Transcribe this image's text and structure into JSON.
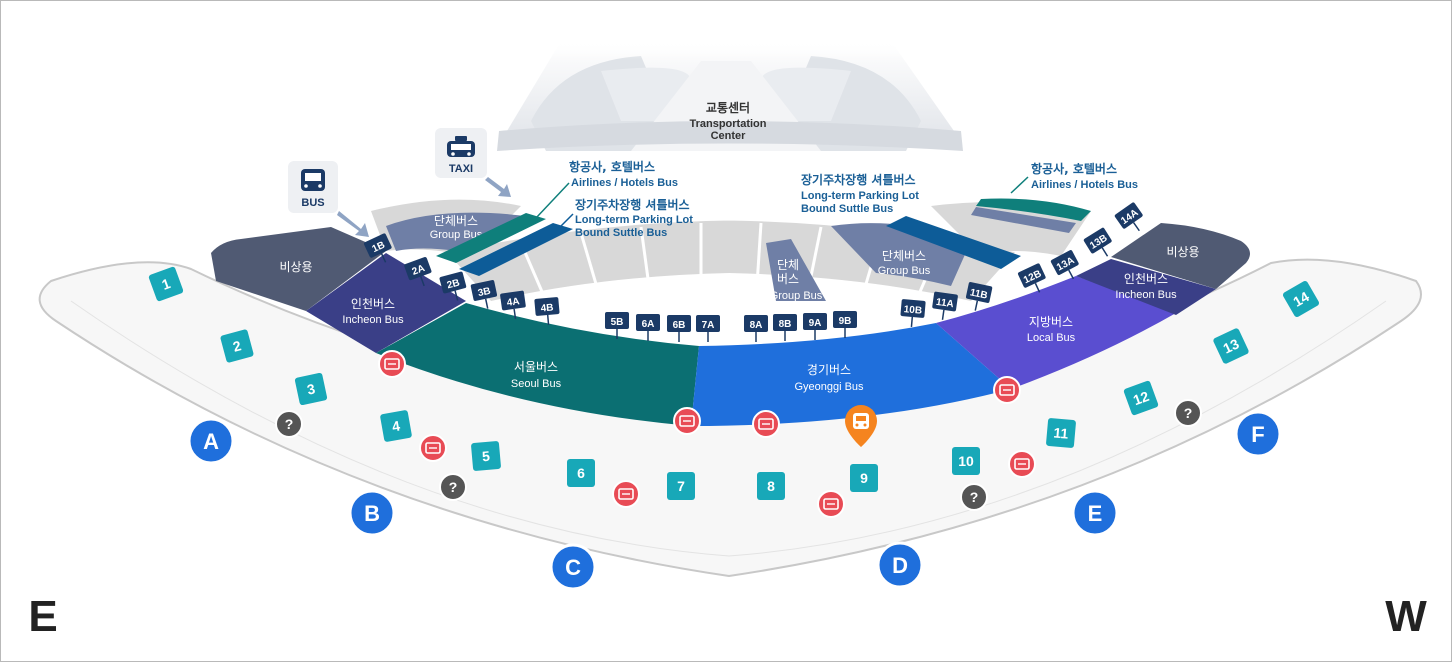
{
  "transport_center": {
    "label_ko": "교통센터",
    "label_en_line1": "Transportation",
    "label_en_line2": "Center"
  },
  "icons": {
    "bus": {
      "label": "BUS"
    },
    "taxi": {
      "label": "TAXI"
    }
  },
  "zones": {
    "emergency_left": "비상용",
    "emergency_right": "비상용",
    "incheon_left": {
      "ko": "인천버스",
      "en": "Incheon Bus"
    },
    "incheon_right": {
      "ko": "인천버스",
      "en": "Incheon Bus"
    },
    "seoul": {
      "ko": "서울버스",
      "en": "Seoul Bus"
    },
    "gyeonggi": {
      "ko": "경기버스",
      "en": "Gyeonggi Bus"
    },
    "local": {
      "ko": "지방버스",
      "en": "Local Bus"
    },
    "group_left": {
      "ko": "단체버스",
      "en": "Group Bus"
    },
    "group_right": {
      "ko": "단체버스",
      "en": "Group Bus"
    },
    "group_mid": {
      "ko1": "단체",
      "ko2": "버스",
      "en": "Group Bus"
    }
  },
  "callouts": {
    "airlines_left": {
      "ko": "항공사, 호텔버스",
      "en": "Airlines / Hotels Bus"
    },
    "parking_left": {
      "ko": "장기주차장행 셔틀버스",
      "en1": "Long-term Parking Lot",
      "en2": "Bound Suttle Bus"
    },
    "parking_right": {
      "ko": "장기주차장행 셔틀버스",
      "en1": "Long-term Parking Lot",
      "en2": "Bound Suttle Bus"
    },
    "airlines_right": {
      "ko": "항공사, 호텔버스",
      "en": "Airlines / Hotels Bus"
    }
  },
  "stops": [
    "1B",
    "2A",
    "2B",
    "3B",
    "4A",
    "4B",
    "5B",
    "6A",
    "6B",
    "7A",
    "8A",
    "8B",
    "9A",
    "9B",
    "10B",
    "11A",
    "11B",
    "12B",
    "13A",
    "13B",
    "14A"
  ],
  "gates": [
    "1",
    "2",
    "3",
    "4",
    "5",
    "6",
    "7",
    "8",
    "9",
    "10",
    "11",
    "12",
    "13",
    "14"
  ],
  "exits": [
    "A",
    "B",
    "C",
    "D",
    "E",
    "F"
  ],
  "directions": {
    "east": "E",
    "west": "W"
  },
  "colors": {
    "emergency": "#505a73",
    "incheon": "#3a3f87",
    "seoul": "#0b6f72",
    "gyeonggi": "#1f6fdc",
    "local": "#5a4ed0",
    "group": "#6f7fa6",
    "airlines_stripe": "#0f7f7b",
    "parking_stripe": "#0d5c98",
    "stop_tag": "#1b3a66",
    "gate_tag": "#18a8b8",
    "exit_circle": "#1f6fdc",
    "ticket": "#e84b55",
    "info": "#555555",
    "location_pin": "#f5841f"
  }
}
